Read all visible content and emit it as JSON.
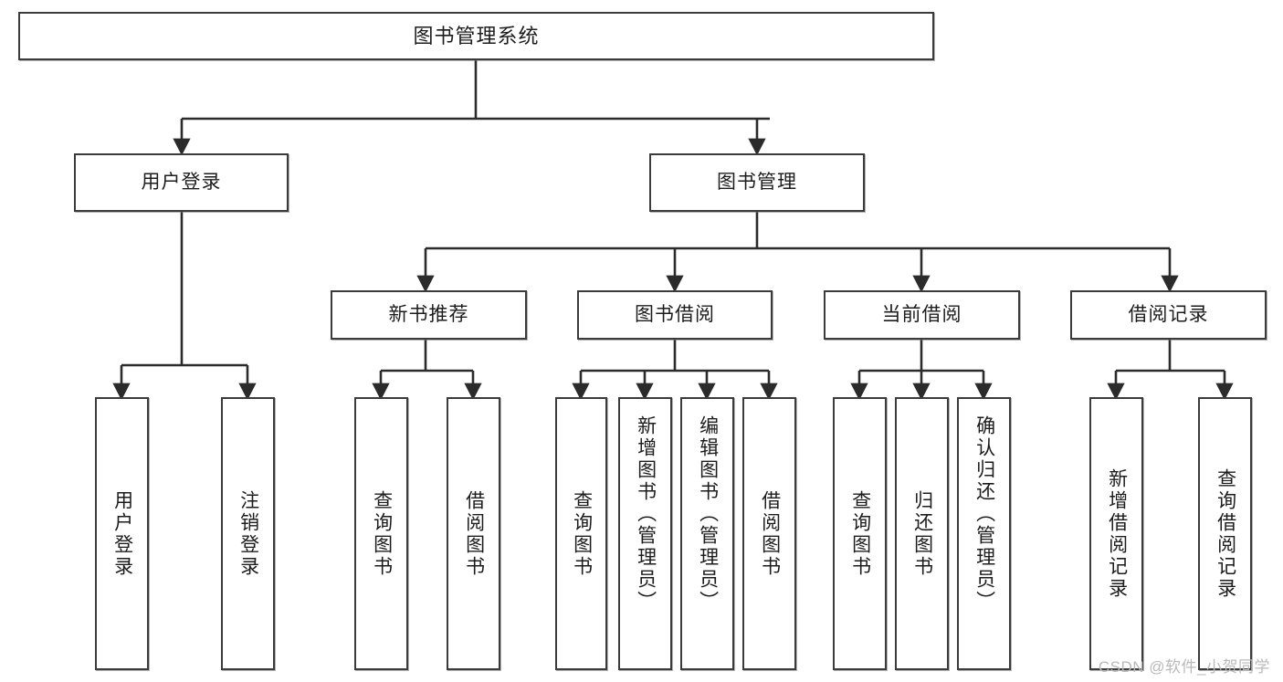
{
  "diagram": {
    "title": "图书管理系统",
    "type": "tree-hierarchy",
    "watermark": "CSDN @软件_小贺同学",
    "colors": {
      "border": "#3b3b3b",
      "background": "#ffffff",
      "text": "#1c1c1c",
      "connector": "#2b2b2b",
      "watermark": "#b9b9b9"
    },
    "root": {
      "label": "图书管理系统"
    },
    "level1": [
      {
        "id": "user-login",
        "label": "用户登录"
      },
      {
        "id": "book-manage",
        "label": "图书管理"
      }
    ],
    "level2": [
      {
        "id": "new-book-recommend",
        "label": "新书推荐"
      },
      {
        "id": "book-borrow",
        "label": "图书借阅"
      },
      {
        "id": "current-borrow",
        "label": "当前借阅"
      },
      {
        "id": "borrow-record",
        "label": "借阅记录"
      }
    ],
    "leaves": [
      {
        "id": "leaf-user-login",
        "label": "用户登录",
        "parent": "user-login"
      },
      {
        "id": "leaf-logout-login",
        "label": "注销登录",
        "parent": "user-login"
      },
      {
        "id": "leaf-query-book-1",
        "label": "查询图书",
        "parent": "new-book-recommend"
      },
      {
        "id": "leaf-borrow-book-1",
        "label": "借阅图书",
        "parent": "new-book-recommend"
      },
      {
        "id": "leaf-query-book-2",
        "label": "查询图书",
        "parent": "book-borrow"
      },
      {
        "id": "leaf-add-book",
        "label": "新增图书（管理员）",
        "parent": "book-borrow"
      },
      {
        "id": "leaf-edit-book",
        "label": "编辑图书（管理员）",
        "parent": "book-borrow"
      },
      {
        "id": "leaf-borrow-book-2",
        "label": "借阅图书",
        "parent": "book-borrow"
      },
      {
        "id": "leaf-query-book-3",
        "label": "查询图书",
        "parent": "current-borrow"
      },
      {
        "id": "leaf-return-book",
        "label": "归还图书",
        "parent": "current-borrow"
      },
      {
        "id": "leaf-confirm-return",
        "label": "确认归还（管理员）",
        "parent": "current-borrow"
      },
      {
        "id": "leaf-add-record",
        "label": "新增借阅记录",
        "parent": "borrow-record"
      },
      {
        "id": "leaf-query-record",
        "label": "查询借阅记录",
        "parent": "borrow-record"
      }
    ]
  }
}
